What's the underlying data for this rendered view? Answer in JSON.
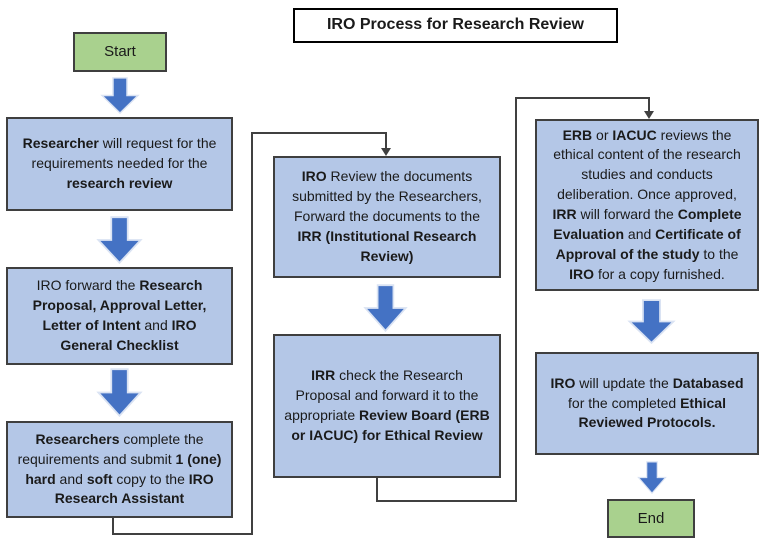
{
  "title": "IRO Process for Research Review",
  "colors": {
    "node-fill": "#b4c7e7",
    "node-border": "#3f3f3f",
    "terminal-fill": "#a9d18e",
    "terminal-border": "#3f3f3f",
    "arrow-fill": "#4472c4",
    "arrow-stroke": "#dae3f3",
    "connector": "#404040",
    "title-border": "#000000",
    "text": "#1a1a1a"
  },
  "terminals": {
    "start": "Start",
    "end": "End"
  },
  "nodes": {
    "researcher_request": {
      "segments": [
        {
          "t": "Researcher",
          "b": true
        },
        {
          "t": " will request for the requirements needed for the ",
          "b": false
        },
        {
          "t": "research review",
          "b": true
        }
      ]
    },
    "iro_forward": {
      "segments": [
        {
          "t": "IRO forward the ",
          "b": false
        },
        {
          "t": "Research Proposal, Approval Letter, Letter of Intent",
          "b": true
        },
        {
          "t": " and ",
          "b": false
        },
        {
          "t": "IRO General Checklist",
          "b": true
        }
      ]
    },
    "researchers_complete": {
      "segments": [
        {
          "t": "Researchers",
          "b": true
        },
        {
          "t": " complete the requirements and submit ",
          "b": false
        },
        {
          "t": "1 (one) hard",
          "b": true
        },
        {
          "t": " and ",
          "b": false
        },
        {
          "t": "soft",
          "b": true
        },
        {
          "t": " copy to the ",
          "b": false
        },
        {
          "t": "IRO Research Assistant",
          "b": true
        }
      ]
    },
    "iro_review": {
      "segments": [
        {
          "t": "IRO",
          "b": true
        },
        {
          "t": " Review the documents submitted by the Researchers, Forward the documents to the ",
          "b": false
        },
        {
          "t": "IRR (Institutional Research Review)",
          "b": true
        }
      ]
    },
    "irr_check": {
      "segments": [
        {
          "t": "IRR",
          "b": true
        },
        {
          "t": " check the Research Proposal and forward it to the appropriate ",
          "b": false
        },
        {
          "t": "Review Board (ERB or IACUC) for Ethical Review",
          "b": true
        }
      ]
    },
    "erb_iacuc_review": {
      "segments": [
        {
          "t": "ERB",
          "b": true
        },
        {
          "t": " or ",
          "b": false
        },
        {
          "t": "IACUC",
          "b": true
        },
        {
          "t": " reviews the ethical content of the research studies and conducts deliberation. Once approved, ",
          "b": false
        },
        {
          "t": "IRR",
          "b": true
        },
        {
          "t": " will forward the ",
          "b": false
        },
        {
          "t": "Complete Evaluation",
          "b": true
        },
        {
          "t": " and ",
          "b": false
        },
        {
          "t": "Certificate of Approval of the study",
          "b": true
        },
        {
          "t": " to the ",
          "b": false
        },
        {
          "t": "IRO",
          "b": true
        },
        {
          "t": " for a copy furnished.",
          "b": false
        }
      ]
    },
    "iro_update": {
      "segments": [
        {
          "t": "IRO",
          "b": true
        },
        {
          "t": " will update the ",
          "b": false
        },
        {
          "t": "Databased",
          "b": true
        },
        {
          "t": " for the completed ",
          "b": false
        },
        {
          "t": "Ethical Reviewed Protocols.",
          "b": true
        }
      ]
    }
  },
  "edges": [
    {
      "from": "start",
      "to": "researcher_request"
    },
    {
      "from": "researcher_request",
      "to": "iro_forward"
    },
    {
      "from": "iro_forward",
      "to": "researchers_complete"
    },
    {
      "from": "researchers_complete",
      "to": "iro_review"
    },
    {
      "from": "iro_review",
      "to": "irr_check"
    },
    {
      "from": "irr_check",
      "to": "erb_iacuc_review"
    },
    {
      "from": "erb_iacuc_review",
      "to": "iro_update"
    },
    {
      "from": "iro_update",
      "to": "end"
    }
  ]
}
